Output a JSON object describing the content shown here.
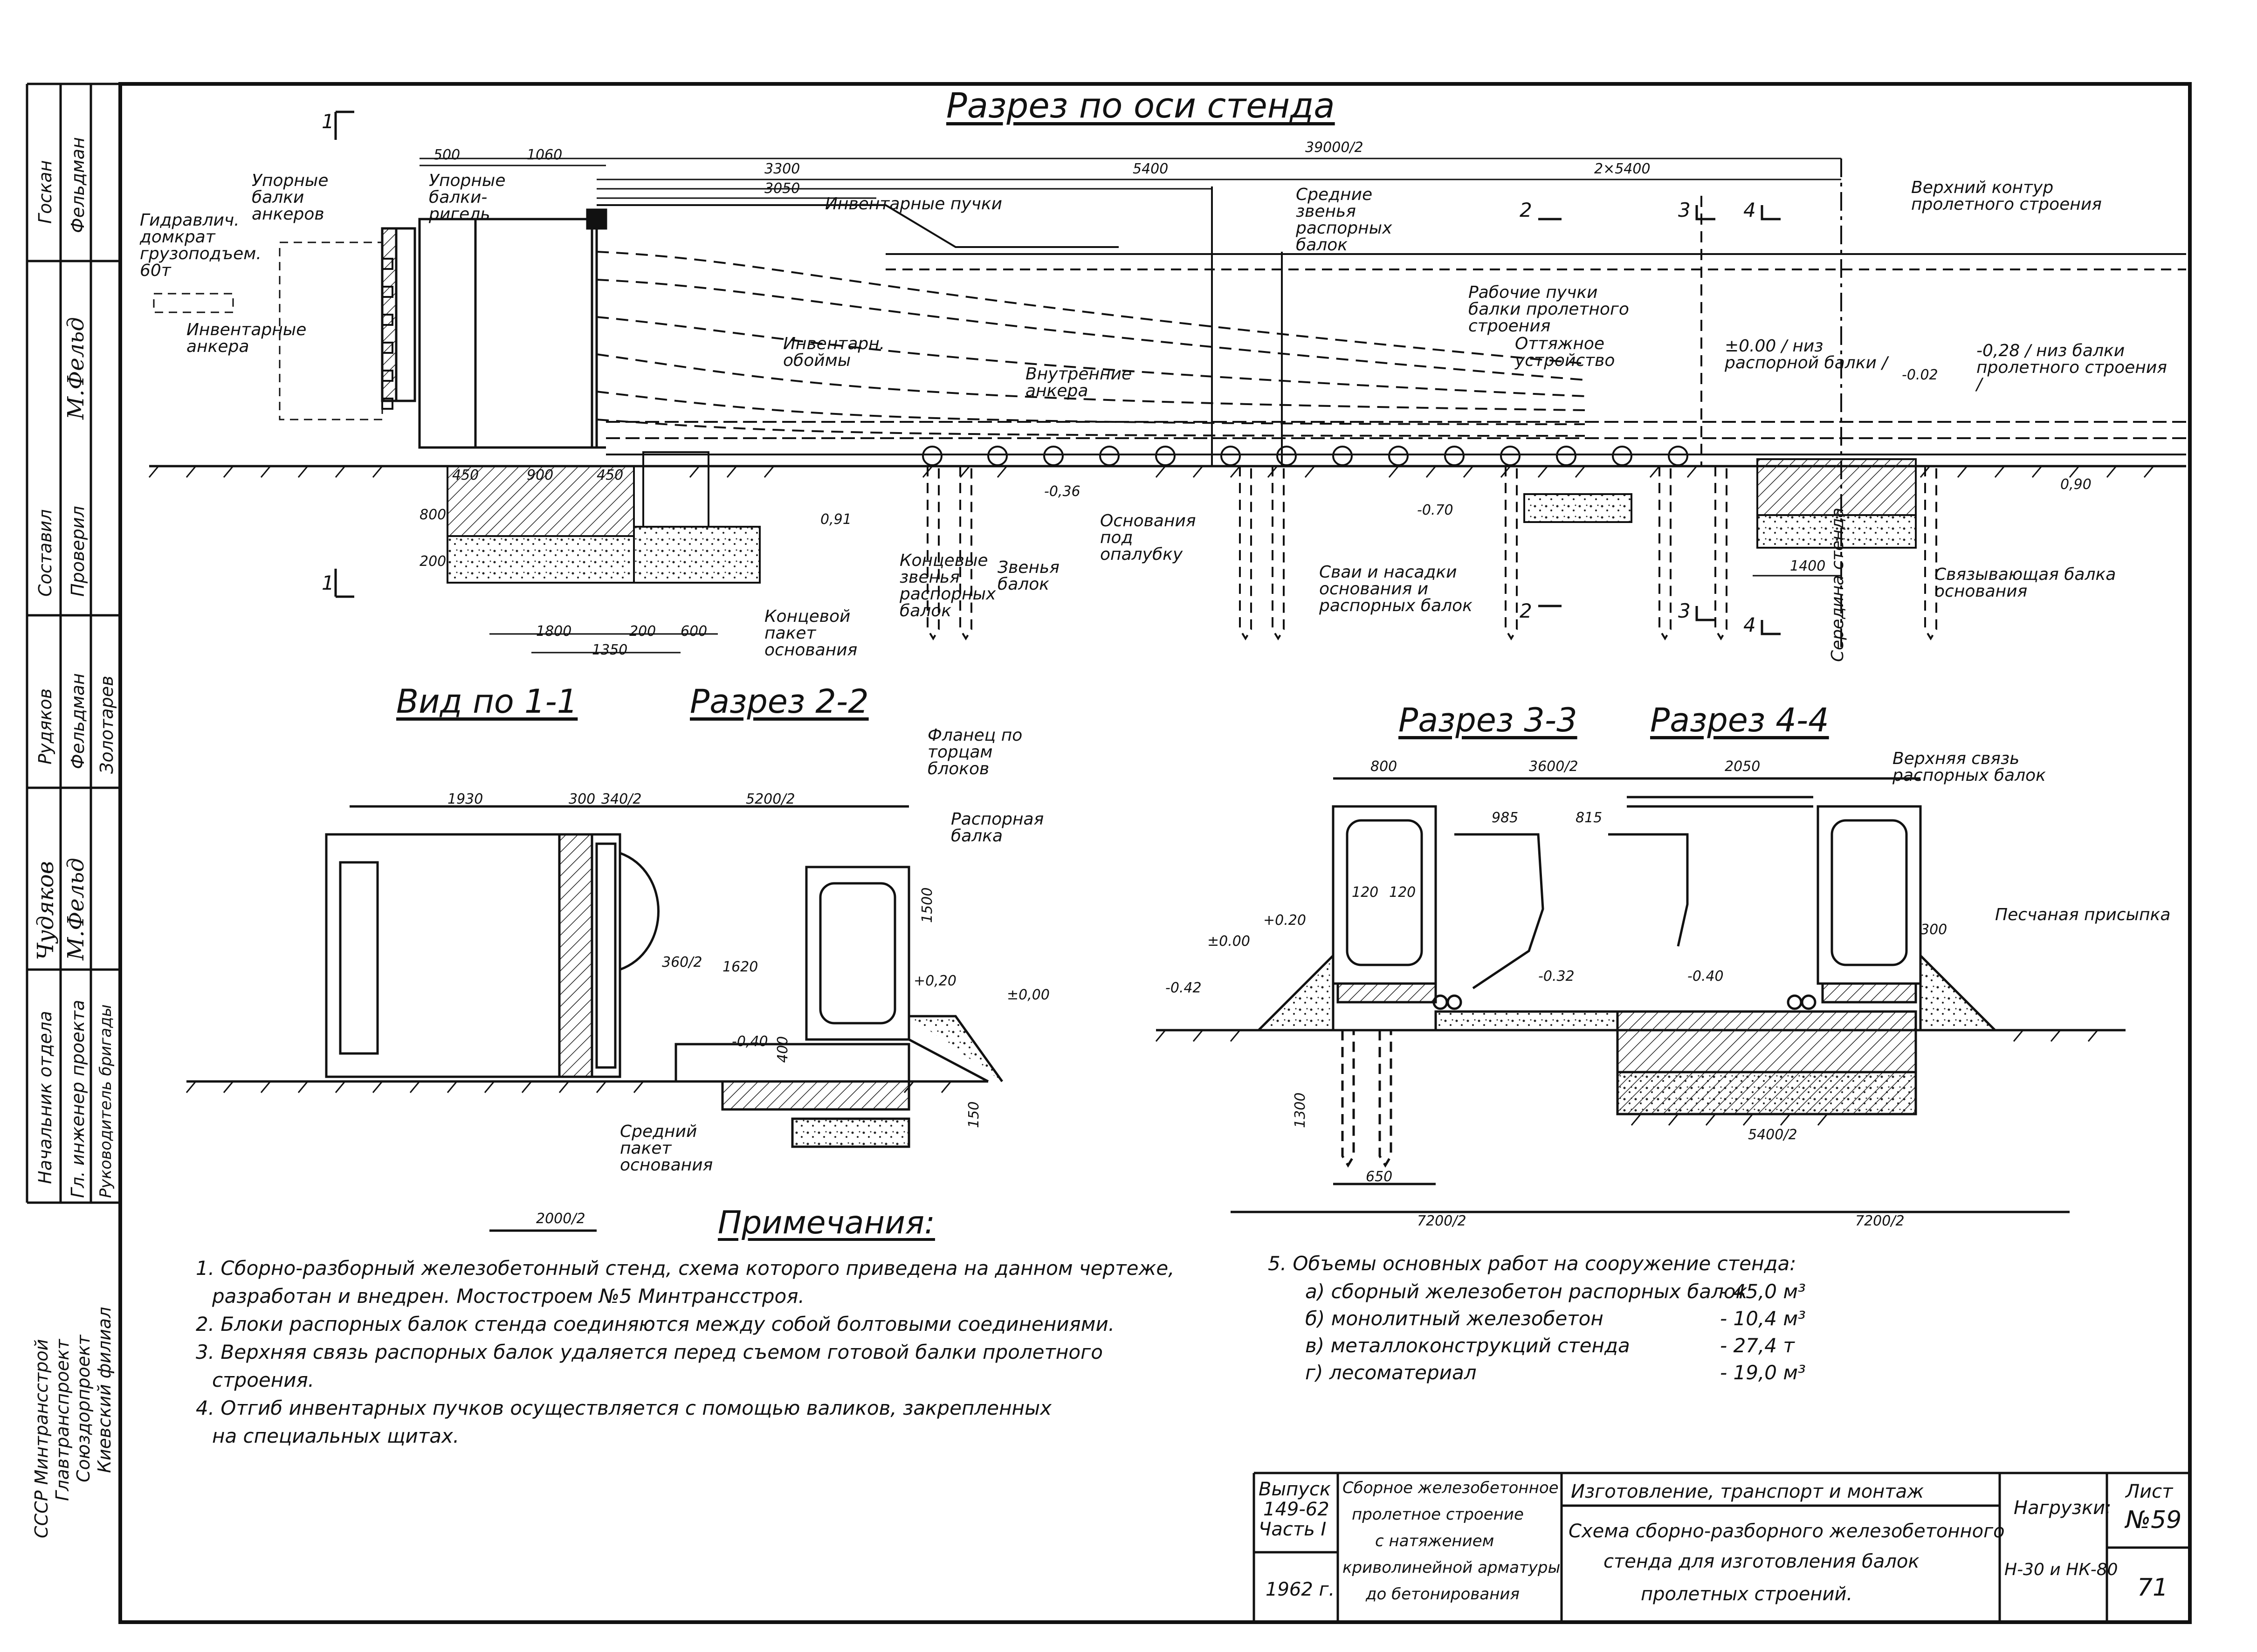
{
  "title_section_main": "Разрез по оси стенда",
  "view_1_1": "Вид по 1-1",
  "section_2_2": "Разрез 2-2",
  "section_3_3": "Разрез 3-3",
  "section_4_4": "Разрез 4-4",
  "notes_title": "Примечания:",
  "main_labels": {
    "anchor_beams": "Упорные балки анкеров",
    "stop_beams": "Упорные балки-ригель",
    "jack": "Гидравлич. домкрат грузоподъем. 60т",
    "inventory_anchors": "Инвентарные анкера",
    "inventory_bundles": "Инвентарные пучки",
    "inventory_clips": "Инвентарн. обоймы",
    "inner_anchors": "Внутренние анкера",
    "middle_links": "Средние звенья распорных балок",
    "working_bundles": "Рабочие пучки балки пролетного строения",
    "pull_device": "Оттяжное устройство",
    "upper_contour": "Верхний контур пролетного строения",
    "level_bottom_strut": "±0.00 / низ распорной балки /",
    "level_bottom_beam": "-0,28 / низ балки пролетного строения /",
    "level_002": "-0.02",
    "level_036": "-0,36",
    "level_070": "-0.70",
    "level_091": "0,91",
    "level_090": "0,90",
    "end_links": "Концевые звенья распорных балок",
    "inner_links": "Звенья балок",
    "formwork_bases": "Основания под опалубку",
    "end_package": "Концевой пакет основания",
    "piles": "Сваи и насадки основания и распорных балок",
    "connecting_beam": "Связывающая балка основания",
    "stand_middle": "Середина стенда",
    "d_39000": "39000/2",
    "d_500": "500",
    "d_1060": "1060",
    "d_3300": "3300",
    "d_3050": "3050",
    "d_5400": "5400",
    "d_2x5400": "2×5400",
    "d_450a": "450",
    "d_900": "900",
    "d_450b": "450",
    "d_800": "800",
    "d_200": "200",
    "d_1800": "1800",
    "d_200b": "200",
    "d_600": "600",
    "d_1350": "1350",
    "d_1400": "1400",
    "mark_1_top": "1",
    "mark_1_bot": "1",
    "mark_2_top": "2",
    "mark_2_bot": "2",
    "mark_3_top": "3",
    "mark_3_bot": "3",
    "mark_4_top": "4",
    "mark_4_bot": "4"
  },
  "view11_labels": {
    "d_1930": "1930",
    "d_300": "300",
    "d_340": "340/2",
    "d_5200": "5200/2",
    "d_1620": "1620",
    "d_360": "360/2",
    "d_1500": "1500",
    "d_2000": "2000/2",
    "lvl_020": "+0,20",
    "lvl_000": "±0,00",
    "lvl_040": "-0,40",
    "d_400": "400",
    "d_150": "150",
    "flange": "Фланец по торцам блоков",
    "strut_beam": "Распорная балка",
    "middle_package": "Средний пакет основания"
  },
  "sec34_labels": {
    "d_800": "800",
    "d_3600": "3600/2",
    "d_2050": "2050",
    "d_985": "985",
    "d_815": "815",
    "d_120a": "120",
    "d_120b": "120",
    "d_300": "300",
    "d_1300": "1300",
    "d_650": "650",
    "d_7200a": "7200/2",
    "d_7200b": "7200/2",
    "d_5400": "5400/2",
    "lvl_020": "+0.20",
    "lvl_000": "±0.00",
    "lvl_042": "-0.42",
    "lvl_032": "-0.32",
    "lvl_040": "-0.40",
    "upper_link": "Верхняя связь распорных балок",
    "sand_fill": "Песчаная присыпка"
  },
  "notes": [
    "1. Сборно-разборный железобетонный стенд, схема которого приведена на данном чертеже, разработан и внедрен. Мостостроем №5 Минтрансстроя.",
    "2. Блоки распорных балок стенда соединяются между собой болтовыми соединениями.",
    "3. Верхняя связь распорных балок удаляется перед съемом готовой балки пролетного строения.",
    "4. Отгиб инвентарных пучков осуществляется с помощью валиков, закрепленных на специальных щитах."
  ],
  "notes_lines": [
    "1. Сборно-разборный железобетонный стенд, схема которого приведена на данном чертеже,",
    "разработан и внедрен. Мостостроем №5 Минтрансстроя.",
    "2. Блоки распорных балок стенда соединяются между собой болтовыми соединениями.",
    "3. Верхняя связь распорных балок удаляется перед съемом готовой балки пролетного",
    "строения.",
    "4. Отгиб инвентарных пучков осуществляется с помощью валиков, закрепленных",
    "на специальных щитах."
  ],
  "volumes": {
    "title": "5. Объемы основных работ на сооружение стенда:",
    "rows": [
      {
        "label": "а) сборный железобетон распорных балок",
        "value": "- 45,0 м³"
      },
      {
        "label": "б) монолитный железобетон",
        "value": "- 10,4 м³"
      },
      {
        "label": "в) металлоконструкций стенда",
        "value": "- 27,4 т"
      },
      {
        "label": "г) лесоматериал",
        "value": "- 19,0 м³"
      }
    ]
  },
  "title_block": {
    "issue": "Выпуск 149-62 Часть I",
    "issue_l1": "Выпуск",
    "issue_l2": "149-62",
    "issue_l3": "Часть I",
    "year": "1962 г.",
    "series_l1": "Сборное железобетонное",
    "series_l2": "пролетное строение",
    "series_l3": "с натяжением",
    "series_l4": "криволинейной арматуры",
    "series_l5": "до бетонирования",
    "section": "Изготовление, транспорт и монтаж",
    "drawing_l1": "Схема сборно-разборного железобетонного",
    "drawing_l2": "стенда для изготовления балок",
    "drawing_l3": "пролетных строений.",
    "loads_label": "Нагрузки:",
    "loads_value": "Н-30 и НК-80",
    "sheet_label": "Лист",
    "sheet_no": "№59",
    "page": "71"
  },
  "side_stamp": {
    "roles": [
      {
        "role": "Госкан",
        "name": "Фельдман"
      },
      {
        "role": "Составил",
        "name": "Проверил"
      },
      {
        "role": "Рудяков",
        "name": "Фельдман"
      },
      {
        "role": "Начальник отдела",
        "name": ""
      },
      {
        "role": "Гл. инженер проекта",
        "name": ""
      },
      {
        "role": "Руководитель бригады",
        "name": "Золотарев"
      }
    ],
    "sig_1": "М.Фельд",
    "sig_2": "Чудяков",
    "sig_3": "М.Фельд",
    "org_l1": "СССР Минтрансстрой",
    "org_l2": "Главтранспроект",
    "org_l3": "Союздорпроект",
    "org_l4": "Киевский филиал",
    "r_goskan": "Госкан",
    "r_feldman": "Фельдман",
    "r_sostavil": "Составил",
    "r_proveril": "Проверил",
    "r_rudyakov": "Рудяков",
    "r_feldman2": "Фельдман",
    "r_zolotarev": "Золотарев",
    "r_nach": "Начальник отдела",
    "r_gl": "Гл. инженер проекта",
    "r_ruk": "Руководитель бригады"
  }
}
